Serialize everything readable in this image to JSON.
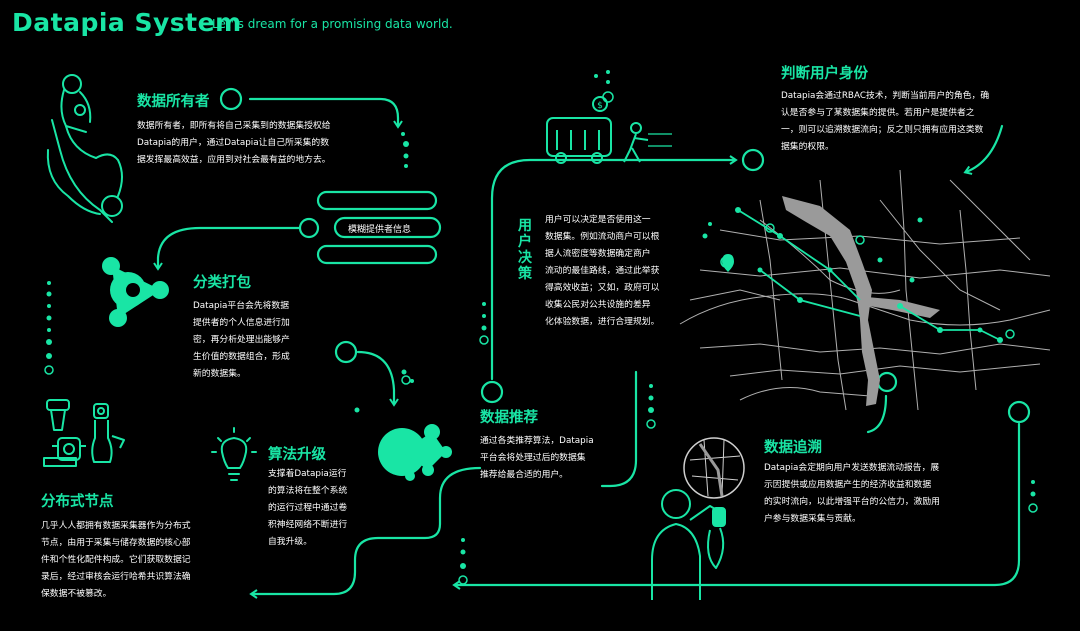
{
  "header": {
    "title": "Datapia System",
    "subtitle": "Let' s dream for a promising data world."
  },
  "sections": {
    "data_owner": {
      "title": "数据所有者",
      "body": [
        "数据所有者，即所有将自己采集到的数据集授权给",
        "Datapia的用户，通过Datapia让自己所采集的数",
        "据发挥最高效益，应用到对社会最有益的地方去。"
      ]
    },
    "blur_info": {
      "label": "模糊提供者信息"
    },
    "classify": {
      "title": "分类打包",
      "body": [
        "Datapia平台会先将数据",
        "提供者的个人信息进行加",
        "密，再分析处理出能够产",
        "生价值的数据组合，形成",
        "新的数据集。"
      ]
    },
    "algorithm": {
      "title": "算法升级",
      "body": [
        "支撑着Datapia运行",
        "的算法将在整个系统",
        "的运行过程中通过卷",
        "积神经网络不断进行",
        "自我升级。"
      ]
    },
    "distributed": {
      "title": "分布式节点",
      "body": [
        "几乎人人都拥有数据采集器作为分布式",
        "节点，由用于采集与储存数据的核心部",
        "件和个性化配件构成。它们获取数据记",
        "录后，经过审核会运行哈希共识算法确",
        "保数据不被篡改。"
      ]
    },
    "user_decision": {
      "title": "用户决策",
      "body": [
        "用户可以决定是否使用这一",
        "数据集。例如流动商户可以根",
        "据人流密度等数据确定商户",
        "流动的最佳路线，通过此举获",
        "得高效收益；又如，政府可以",
        "收集公民对公共设施的差异",
        "化体验数据，进行合理规划。"
      ]
    },
    "recommend": {
      "title": "数据推荐",
      "body": [
        "通过各类推荐算法，Datapia",
        "平台会将处理过后的数据集",
        "推荐给最合适的用户。"
      ]
    },
    "identity": {
      "title": "判断用户身份",
      "body": [
        "Datapia会通过RBAC技术，判断当前用户的角色，确",
        "认是否参与了某数据集的提供。若用户是提供者之",
        "一，则可以追溯数据流向；反之则只拥有应用这类数",
        "据集的权限。"
      ]
    },
    "trace": {
      "title": "数据追溯",
      "body": [
        "Datapia会定期向用户发送数据流动报告，展",
        "示因提供或应用数据产生的经济收益和数据",
        "的实时流向，以此增强平台的公信力，激励用",
        "户参与数据采集与贡献。"
      ]
    }
  },
  "colors": {
    "accent": "#19e5a5",
    "background": "#000000",
    "text": "#ffffff",
    "map_river": "#9a9a9a",
    "map_roads": "#cfcfcf"
  },
  "icons": [
    "person-scooter-icon",
    "network-node-icon",
    "lightbulb-icon",
    "sensor-devices-icon",
    "food-truck-icon",
    "city-map-icon",
    "magnifier-map-icon",
    "person-phone-icon",
    "cluster-blob-icon"
  ]
}
